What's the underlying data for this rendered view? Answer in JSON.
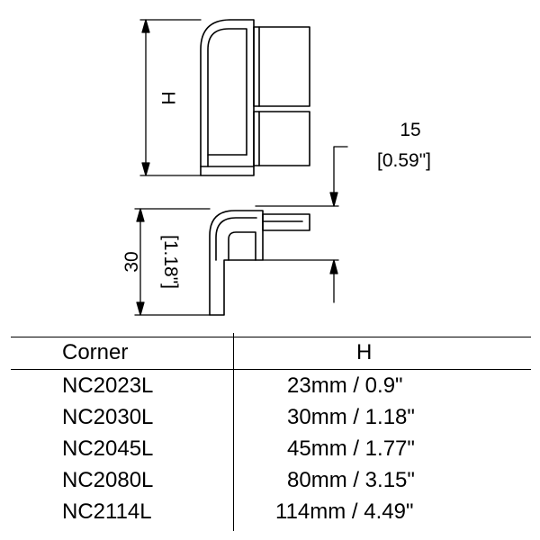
{
  "drawing": {
    "height_label": "H",
    "offset_label": "15",
    "offset_label_in": "[0.59\"]",
    "side_label": "30",
    "side_label_in": "[1.18\"]",
    "line_color": "#000000",
    "fill_color": "#ffffff"
  },
  "table": {
    "headers": [
      "Corner",
      "H"
    ],
    "rows": [
      {
        "corner": "NC2023L",
        "h": "23mm / 0.9\""
      },
      {
        "corner": "NC2030L",
        "h": "30mm / 1.18\""
      },
      {
        "corner": "NC2045L",
        "h": "45mm / 1.77\""
      },
      {
        "corner": "NC2080L",
        "h": "80mm / 3.15\""
      },
      {
        "corner": "NC2114L",
        "h": "114mm / 4.49\""
      }
    ]
  }
}
